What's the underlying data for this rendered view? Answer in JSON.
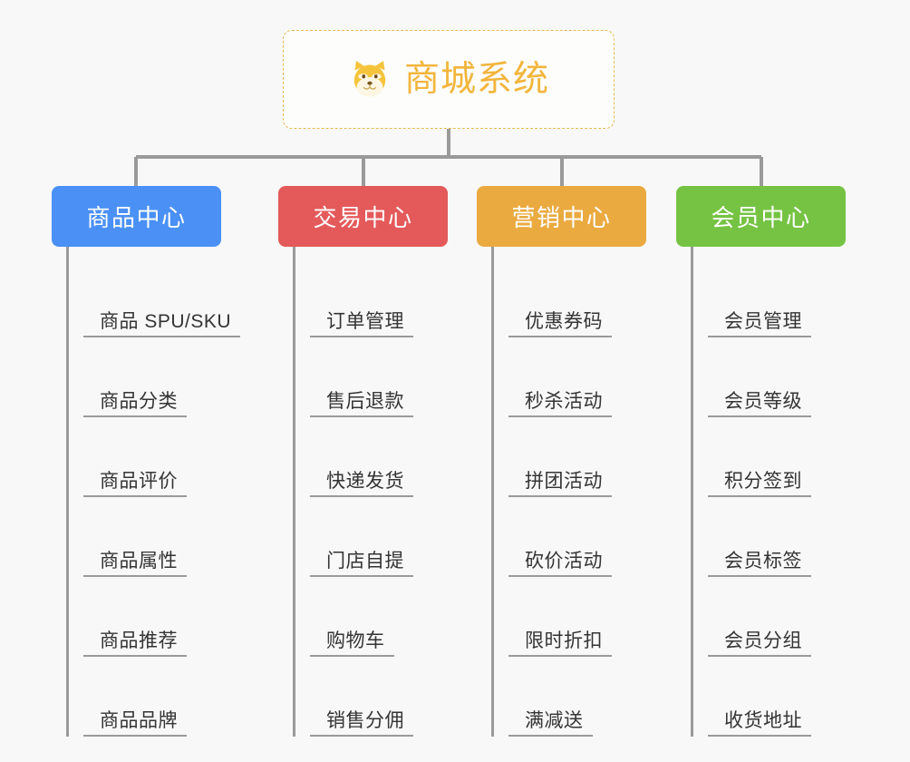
{
  "diagram": {
    "type": "mindmap",
    "background_color": "#f8f8f8",
    "root": {
      "title": "商城系统",
      "icon": "dog-face-emoji",
      "border_color": "#e9b94f",
      "text_color": "#f2b53c"
    },
    "line_color": "#9a9a9a",
    "branches": [
      {
        "label": "商品中心",
        "color": "#4a90f5",
        "items": [
          "商品 SPU/SKU",
          "商品分类",
          "商品评价",
          "商品属性",
          "商品推荐",
          "商品品牌"
        ]
      },
      {
        "label": "交易中心",
        "color": "#e4595a",
        "items": [
          "订单管理",
          "售后退款",
          "快递发货",
          "门店自提",
          "购物车",
          "销售分佣"
        ]
      },
      {
        "label": "营销中心",
        "color": "#eaaa40",
        "items": [
          "优惠券码",
          "秒杀活动",
          "拼团活动",
          "砍价活动",
          "限时折扣",
          "满减送"
        ]
      },
      {
        "label": "会员中心",
        "color": "#76c344",
        "items": [
          "会员管理",
          "会员等级",
          "积分签到",
          "会员标签",
          "会员分组",
          "收货地址"
        ]
      }
    ]
  }
}
